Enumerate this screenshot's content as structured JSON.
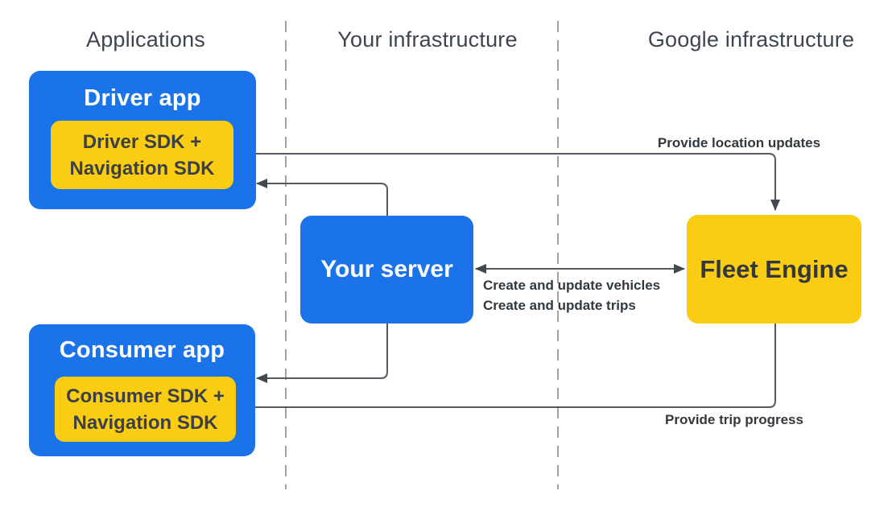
{
  "columns": [
    {
      "label": "Applications"
    },
    {
      "label": "Your infrastructure"
    },
    {
      "label": "Google infrastructure"
    }
  ],
  "nodes": {
    "driver_app": {
      "title": "Driver app",
      "sdk_line1": "Driver SDK +",
      "sdk_line2": "Navigation SDK"
    },
    "consumer_app": {
      "title": "Consumer app",
      "sdk_line1": "Consumer SDK +",
      "sdk_line2": "Navigation SDK"
    },
    "your_server": {
      "title": "Your server"
    },
    "fleet_engine": {
      "title": "Fleet Engine"
    }
  },
  "edges": {
    "location_updates_label": "Provide location updates",
    "vehicles_label": "Create and update vehicles",
    "trips_label": "Create and update trips",
    "trip_progress_label": "Provide trip progress"
  },
  "colors": {
    "node_blue": "#1a73e8",
    "node_yellow": "#fbcd12",
    "arrow_stroke": "#545a61",
    "arrowhead_fill": "#42484e",
    "divider_gray": "#9ea3a8",
    "heading_text": "#3e4550",
    "dark_text": "#3a4045",
    "label_text": "#33383c"
  }
}
